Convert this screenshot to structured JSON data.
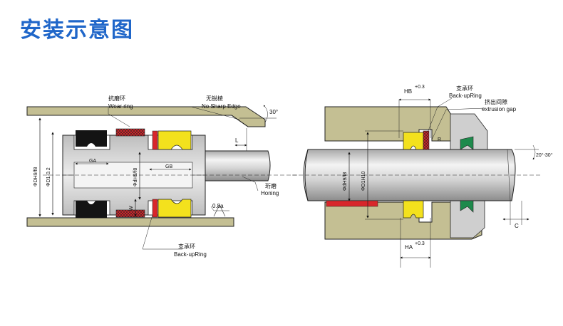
{
  "title": "安装示意图",
  "colors": {
    "title": "#1f66c9",
    "housing": "#c4bf93",
    "seal_yellow": "#f3e11d",
    "seal_black": "#141414",
    "ring_red": "#d8262b",
    "seal_green": "#1e8a4c",
    "metal": "#d9d9d9"
  },
  "left": {
    "wear_ring_cn": "抗磨环",
    "wear_ring_en": "Wear ring",
    "no_edge_cn": "无锐棱",
    "no_edge_en": "No Sharp Edge",
    "angle": "30°",
    "dim_l": "L",
    "dim_ga": "GA",
    "dim_gb": "GB",
    "dim_w": "W",
    "dim_d_bore": "ΦDH9/f8",
    "dim_d1": "ΦD1-0.2",
    "dim_d_inner": "ΦdH9/f8",
    "honing_cn": "珩磨",
    "honing_en": "Honing",
    "roughness": "0.8a",
    "backup_cn": "支承环",
    "backup_en": "Back-upRing"
  },
  "right": {
    "dim_hb": "HB",
    "tol_plus": "+0.3",
    "backup_cn": "支承环",
    "backup_en": "Back-upRing",
    "gap_cn": "挤出间隙",
    "gap_en": "extrusion gap",
    "dim_r": "R",
    "angle": "20°-30°",
    "dim_d_rod": "ΦdH9/f8",
    "dim_d1": "ΦD1H10",
    "dim_ha": "HA",
    "dim_c": "C"
  }
}
